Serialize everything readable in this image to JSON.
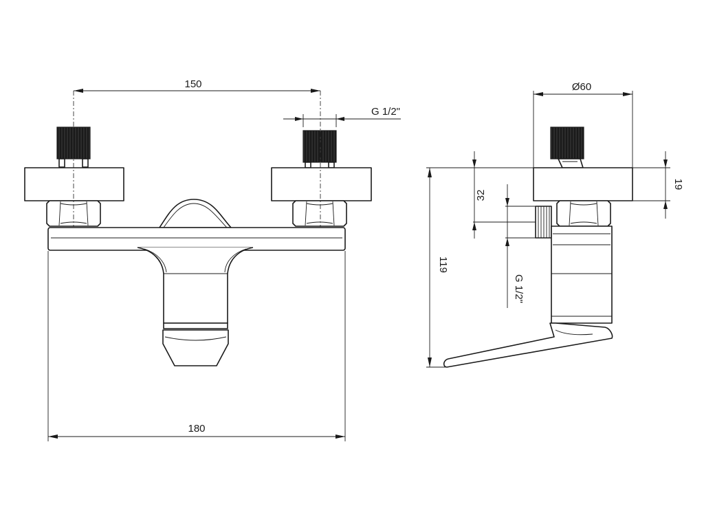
{
  "dimensions": {
    "inlet_spacing": "150",
    "thread_front": "G 1/2\"",
    "overall_width": "180",
    "diameter": "Ø60",
    "height_19": "19",
    "height_32": "32",
    "height_119": "119",
    "thread_side": "G 1/2\""
  }
}
